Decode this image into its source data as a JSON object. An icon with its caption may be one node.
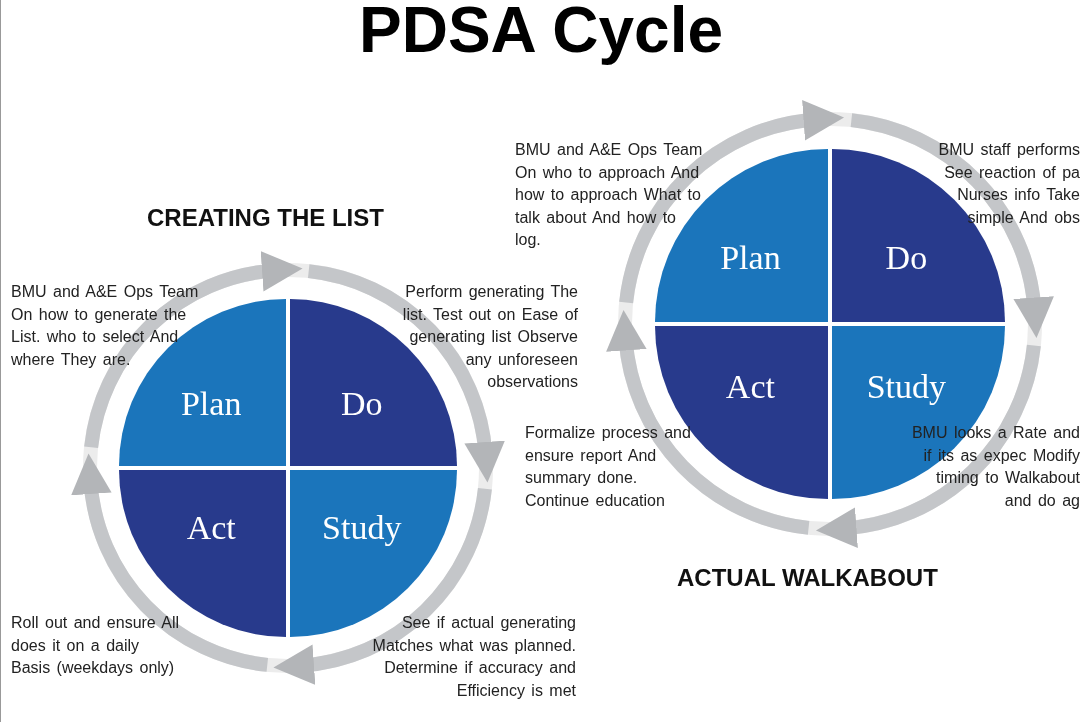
{
  "diagram": {
    "title": "PDSA Cycle",
    "nodes": [
      {
        "text": [
          "Plan"
        ],
        "beside": [
          "BMU and A&E Ops Team On how to generate the List. who to select And where They are."
        ]
      },
      {
        "text": [
          "Do"
        ],
        "beside": [
          "Perform generating The list. Test out on Ease of generating list Observe any unforeseen observations"
        ]
      },
      {
        "text": [
          "Study"
        ],
        "beside": [
          "See if actual generating Matches what was planned. Determine if accuracy and Efficiency is met"
        ]
      },
      {
        "text": [
          "Act"
        ],
        "beside": [
          "Roll out and ensure All does it on a daily Basis (weekdays only)"
        ]
      },
      {
        "text": [
          "Plan"
        ],
        "beside": [
          "BMU and A&E Ops Team On who to approach And how to approach What to talk about And how to log."
        ]
      },
      {
        "text": [
          "Do"
        ],
        "beside": [
          "BMU staff performs See reaction of pa Nurses info Take simple And obs"
        ]
      },
      {
        "text": [
          "Study"
        ],
        "beside": [
          "BMU looks a Rate and if its as expec Modify timing to Walkabout and do ag"
        ]
      },
      {
        "text": [
          "Act"
        ],
        "beside": [
          "Formalize process and ensure report And summary done. Continue education"
        ]
      }
    ],
    "labels": [
      "CREATING THE LIST",
      "ACTUAL WALKABOUT"
    ]
  }
}
